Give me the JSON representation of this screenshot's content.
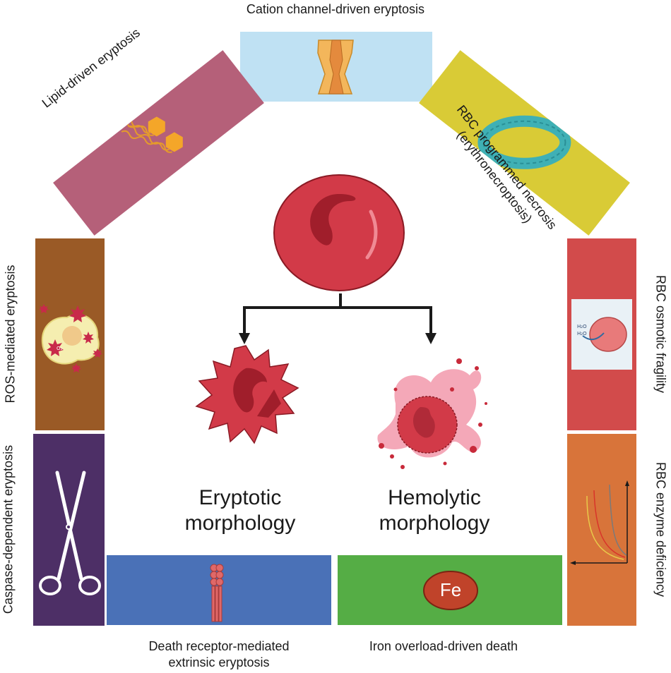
{
  "labels": {
    "top": "Cation channel-driven eryptosis",
    "top_left": "Lipid-driven eryptosis",
    "top_right_line1": "RBC programmed necrosis",
    "top_right_line2": "(erythronecroptosis)",
    "left_upper": "ROS-mediated eryptosis",
    "left_lower": "Caspase-dependent eryptosis",
    "right_upper": "RBC osmotic fragility",
    "right_lower": "RBC enzyme deficiency",
    "bottom_left_line1": "Death receptor-mediated",
    "bottom_left_line2": "extrinsic eryptosis",
    "bottom_right": "Iron overload-driven death"
  },
  "center": {
    "eryptotic_line1": "Eryptotic",
    "eryptotic_line2": "morphology",
    "hemolytic_line1": "Hemolytic",
    "hemolytic_line2": "morphology"
  },
  "icons": {
    "fe_text": "Fe",
    "h2o_a": "H₂O",
    "h2o_b": "H₂O",
    "o2_center": "O₂"
  },
  "colors": {
    "top_panel": "#bfe1f3",
    "top_left_panel": "#b56079",
    "top_right_panel": "#d9cb36",
    "left_upper_panel": "#9a5a26",
    "left_lower_panel": "#4d2f66",
    "right_upper_panel": "#d24b4b",
    "right_lower_panel": "#d8743a",
    "bottom_left_panel": "#4a71b7",
    "bottom_right_panel": "#55ad45"
  }
}
